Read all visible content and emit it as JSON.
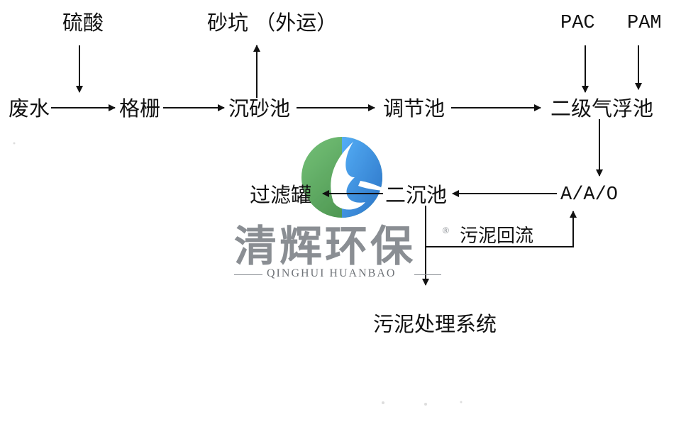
{
  "nodes": {
    "sulfuric_acid": "硫酸",
    "sand_pit": "砂坑 （外运）",
    "pac": "PAC",
    "pam": "PAM",
    "wastewater": "废水",
    "grille": "格栅",
    "grit_chamber": "沉砂池",
    "regulating_tank": "调节池",
    "air_flotation": "二级气浮池",
    "aao": "A/A/O",
    "secondary_settling": "二沉池",
    "filter_tank": "过滤罐",
    "sludge_return": "污泥回流",
    "sludge_treatment": "污泥处理系统"
  },
  "watermark": {
    "brand_cn": "清辉环保",
    "brand_en": "QINGHUI HUANBAO",
    "registered": "®",
    "colors": {
      "green": "#4caf50",
      "blue": "#1e88e5",
      "gray": "#8a8e93"
    }
  }
}
